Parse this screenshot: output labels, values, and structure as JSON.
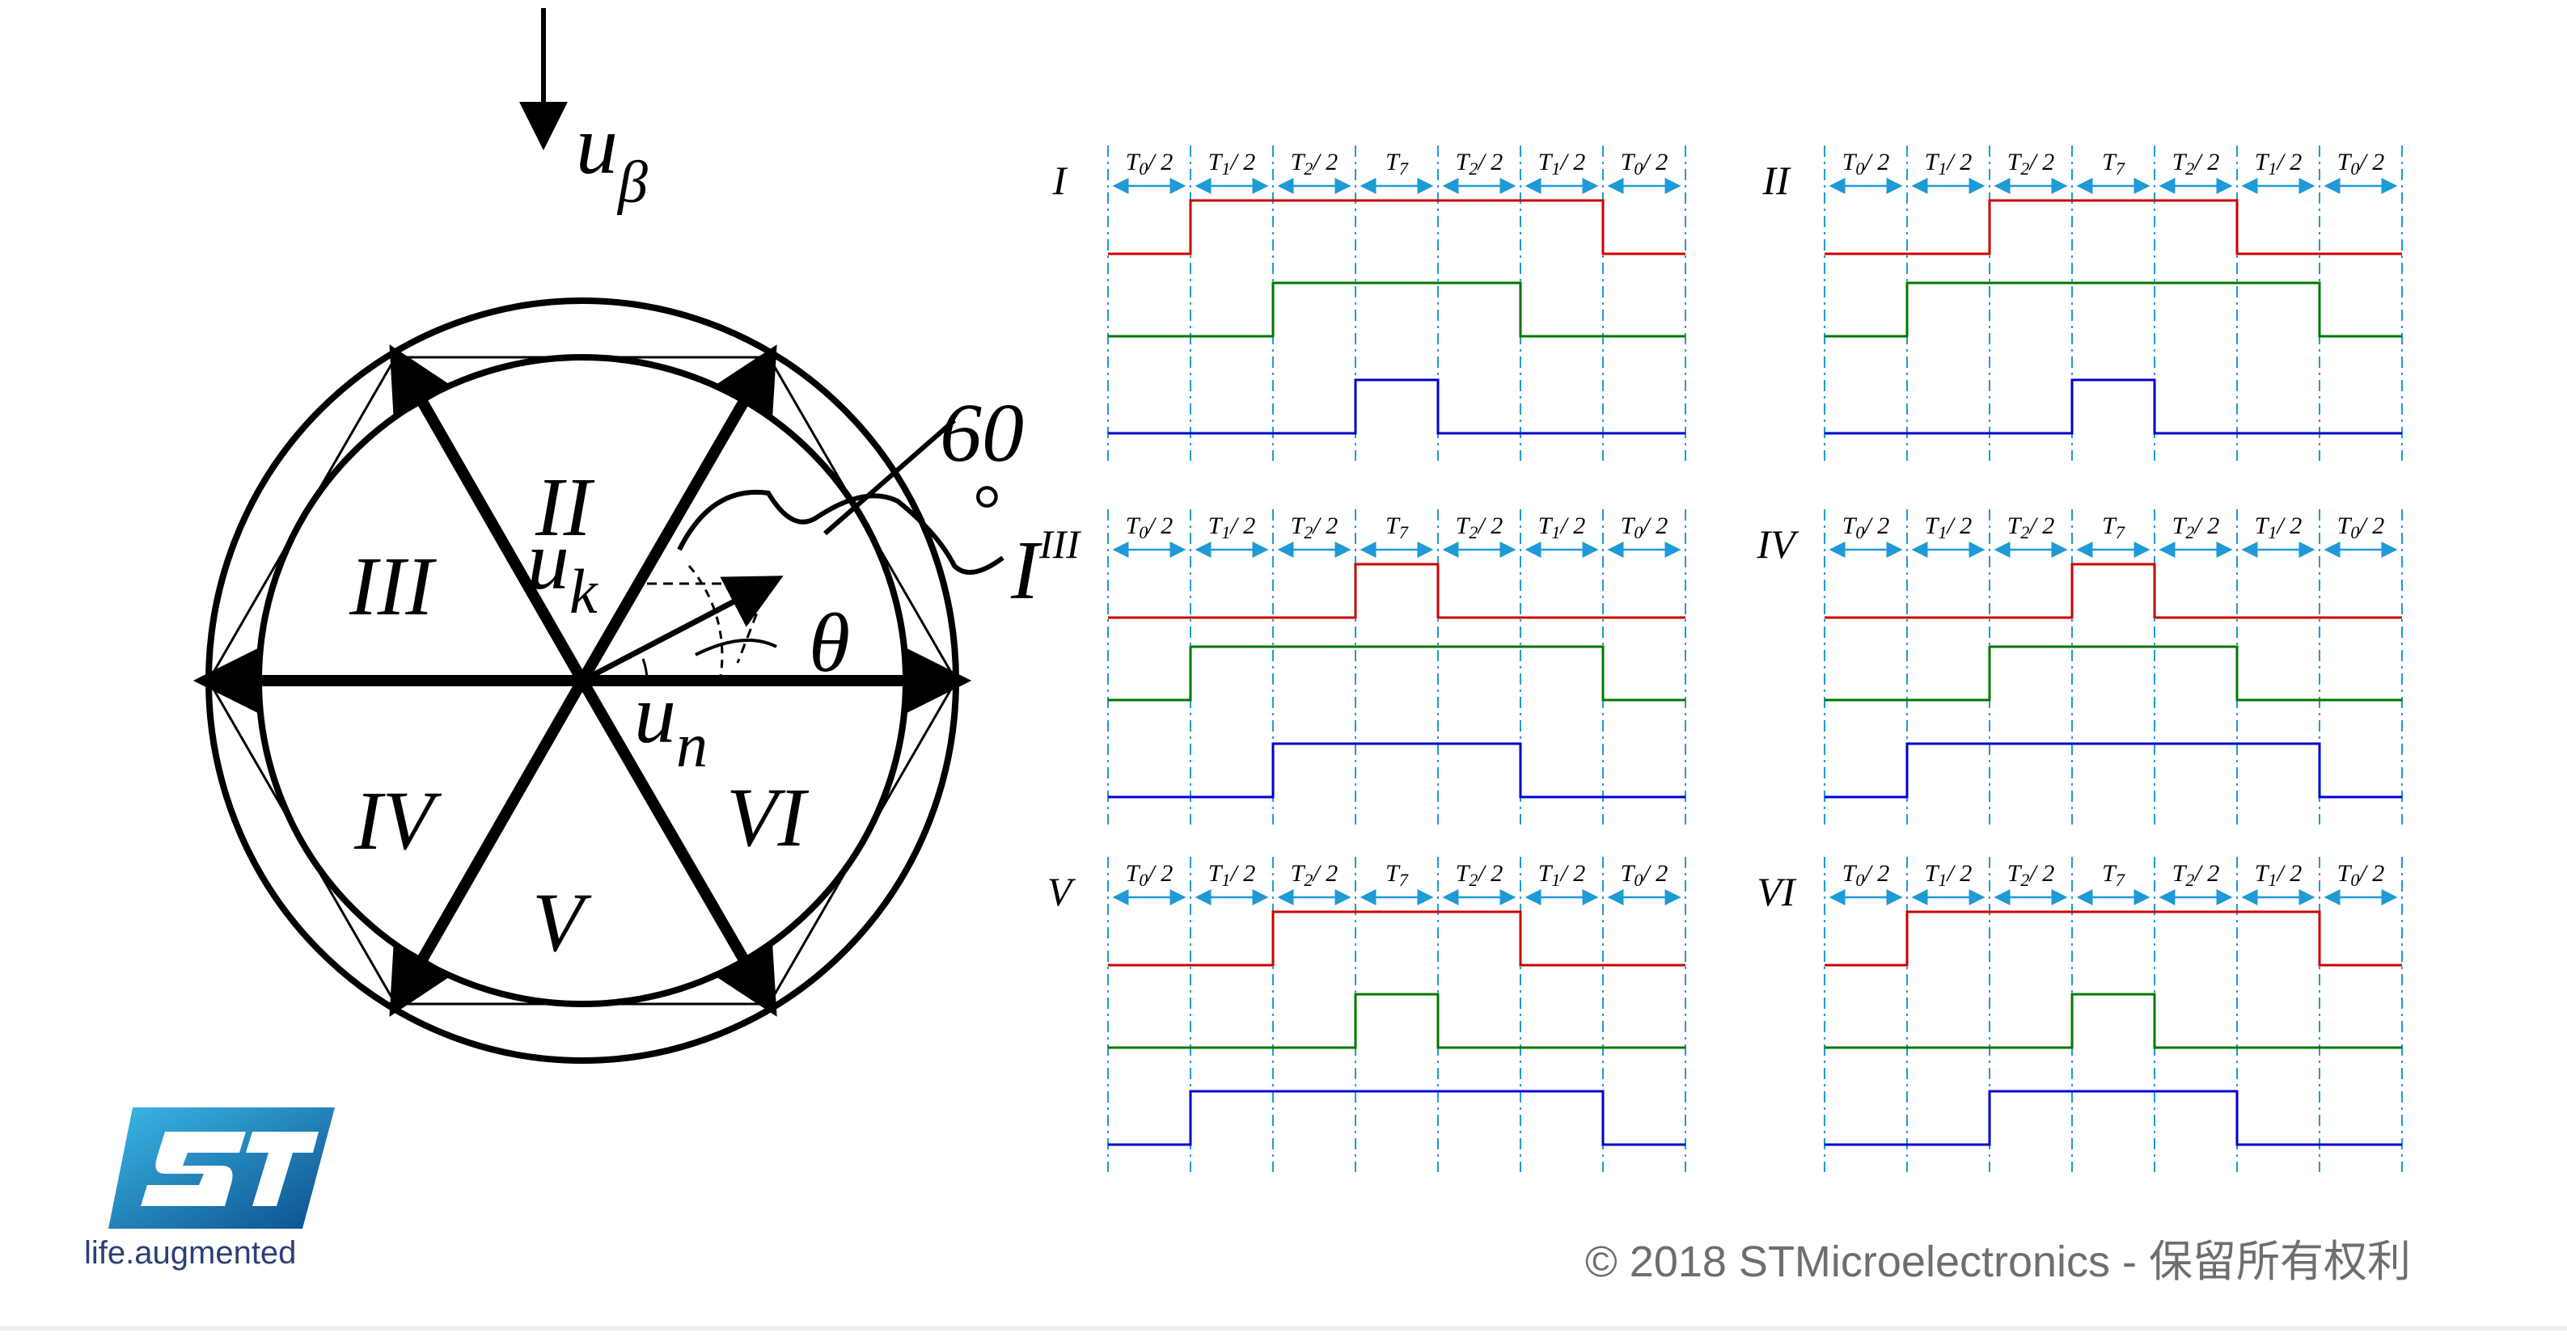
{
  "diagram": {
    "axis_label_main": "u",
    "axis_label_sub": "β",
    "angle_value": "60",
    "angle_degree": "°",
    "angle_symbol": "θ",
    "uk_main": "u",
    "uk_sub": "k",
    "un_main": "u",
    "un_sub": "n",
    "sectors": {
      "s1": "I",
      "s2": "II",
      "s3": "III",
      "s4": "IV",
      "s5": "V",
      "s6": "VI"
    }
  },
  "timing": {
    "colors": {
      "phase_a": "#cc0000",
      "phase_b": "#007700",
      "phase_c": "#0000cc",
      "guide": "#1e9ad6"
    },
    "segments": [
      {
        "base": "T",
        "sub": "0",
        "suffix": "/ 2"
      },
      {
        "base": "T",
        "sub": "1",
        "suffix": "/ 2"
      },
      {
        "base": "T",
        "sub": "2",
        "suffix": "/ 2"
      },
      {
        "base": "T",
        "sub": "7",
        "suffix": ""
      },
      {
        "base": "T",
        "sub": "2",
        "suffix": "/ 2"
      },
      {
        "base": "T",
        "sub": "1",
        "suffix": "/ 2"
      },
      {
        "base": "T",
        "sub": "0",
        "suffix": "/ 2"
      }
    ],
    "panels": [
      {
        "label": "I",
        "high": [
          [
            1,
            6
          ],
          [
            2,
            5
          ],
          [
            3,
            4
          ]
        ]
      },
      {
        "label": "II",
        "high": [
          [
            2,
            5
          ],
          [
            1,
            6
          ],
          [
            3,
            4
          ]
        ]
      },
      {
        "label": "III",
        "high": [
          [
            3,
            4
          ],
          [
            1,
            6
          ],
          [
            2,
            5
          ]
        ]
      },
      {
        "label": "IV",
        "high": [
          [
            3,
            4
          ],
          [
            2,
            5
          ],
          [
            1,
            6
          ]
        ]
      },
      {
        "label": "V",
        "high": [
          [
            2,
            5
          ],
          [
            3,
            4
          ],
          [
            1,
            6
          ]
        ]
      },
      {
        "label": "VI",
        "high": [
          [
            1,
            6
          ],
          [
            3,
            4
          ],
          [
            2,
            5
          ]
        ]
      }
    ]
  },
  "footer": {
    "copyright": "© 2018 STMicroelectronics - 保留所有权利",
    "logo_brand": "ST",
    "tagline_1": "life",
    "tagline_dot": ".",
    "tagline_2": "augmented"
  }
}
